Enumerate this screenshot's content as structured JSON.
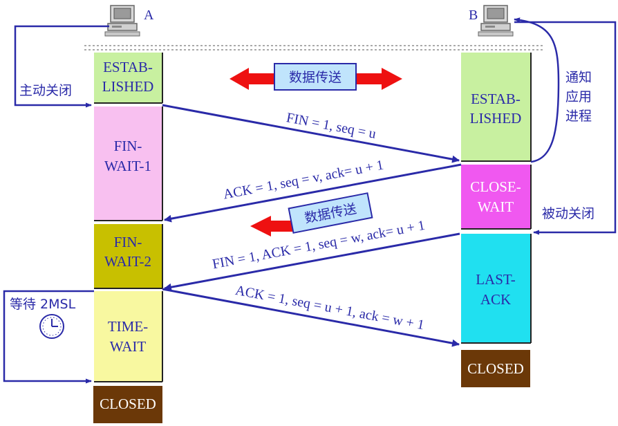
{
  "hosts": {
    "a": "A",
    "b": "B"
  },
  "labels": {
    "active_close": "主动关闭",
    "passive_close": "被动关闭",
    "notify_app": [
      "通知",
      "应用",
      "进程"
    ],
    "wait_2msl": "等待 2MSL",
    "data_transfer_1": "数据传送",
    "data_transfer_2": "数据传送"
  },
  "states_a": [
    {
      "lines": [
        "ESTAB-",
        "LISHED"
      ],
      "color": "#c8f0a0",
      "text_color": "#2a2aa8"
    },
    {
      "lines": [
        "FIN-",
        "WAIT-1"
      ],
      "color": "#f8c0f0",
      "text_color": "#2a2aa8"
    },
    {
      "lines": [
        "FIN-",
        "WAIT-2"
      ],
      "color": "#c8c000",
      "text_color": "#2a2aa8"
    },
    {
      "lines": [
        "TIME-",
        "WAIT"
      ],
      "color": "#f8f8a0",
      "text_color": "#2a2aa8"
    },
    {
      "lines": [
        "CLOSED"
      ],
      "color": "#6b3808",
      "text_color": "#ffffff"
    }
  ],
  "states_b": [
    {
      "lines": [
        "ESTAB-",
        "LISHED"
      ],
      "color": "#c8f0a0",
      "text_color": "#2a2aa8"
    },
    {
      "lines": [
        "CLOSE-",
        "WAIT"
      ],
      "color": "#f058f0",
      "text_color": "#ffffff"
    },
    {
      "lines": [
        "LAST-",
        "ACK"
      ],
      "color": "#20e0f0",
      "text_color": "#2a2aa8"
    },
    {
      "lines": [
        "CLOSED"
      ],
      "color": "#6b3808",
      "text_color": "#ffffff"
    }
  ],
  "messages": [
    "FIN = 1, seq = u",
    "ACK = 1, seq = v, ack= u + 1",
    "FIN = 1, ACK = 1, seq = w, ack= u + 1",
    "ACK = 1, seq = u + 1, ack = w + 1"
  ],
  "colors": {
    "line": "#2a2aa8",
    "arrow_red": "#ee1111",
    "label_box": "#c0e4fc"
  }
}
